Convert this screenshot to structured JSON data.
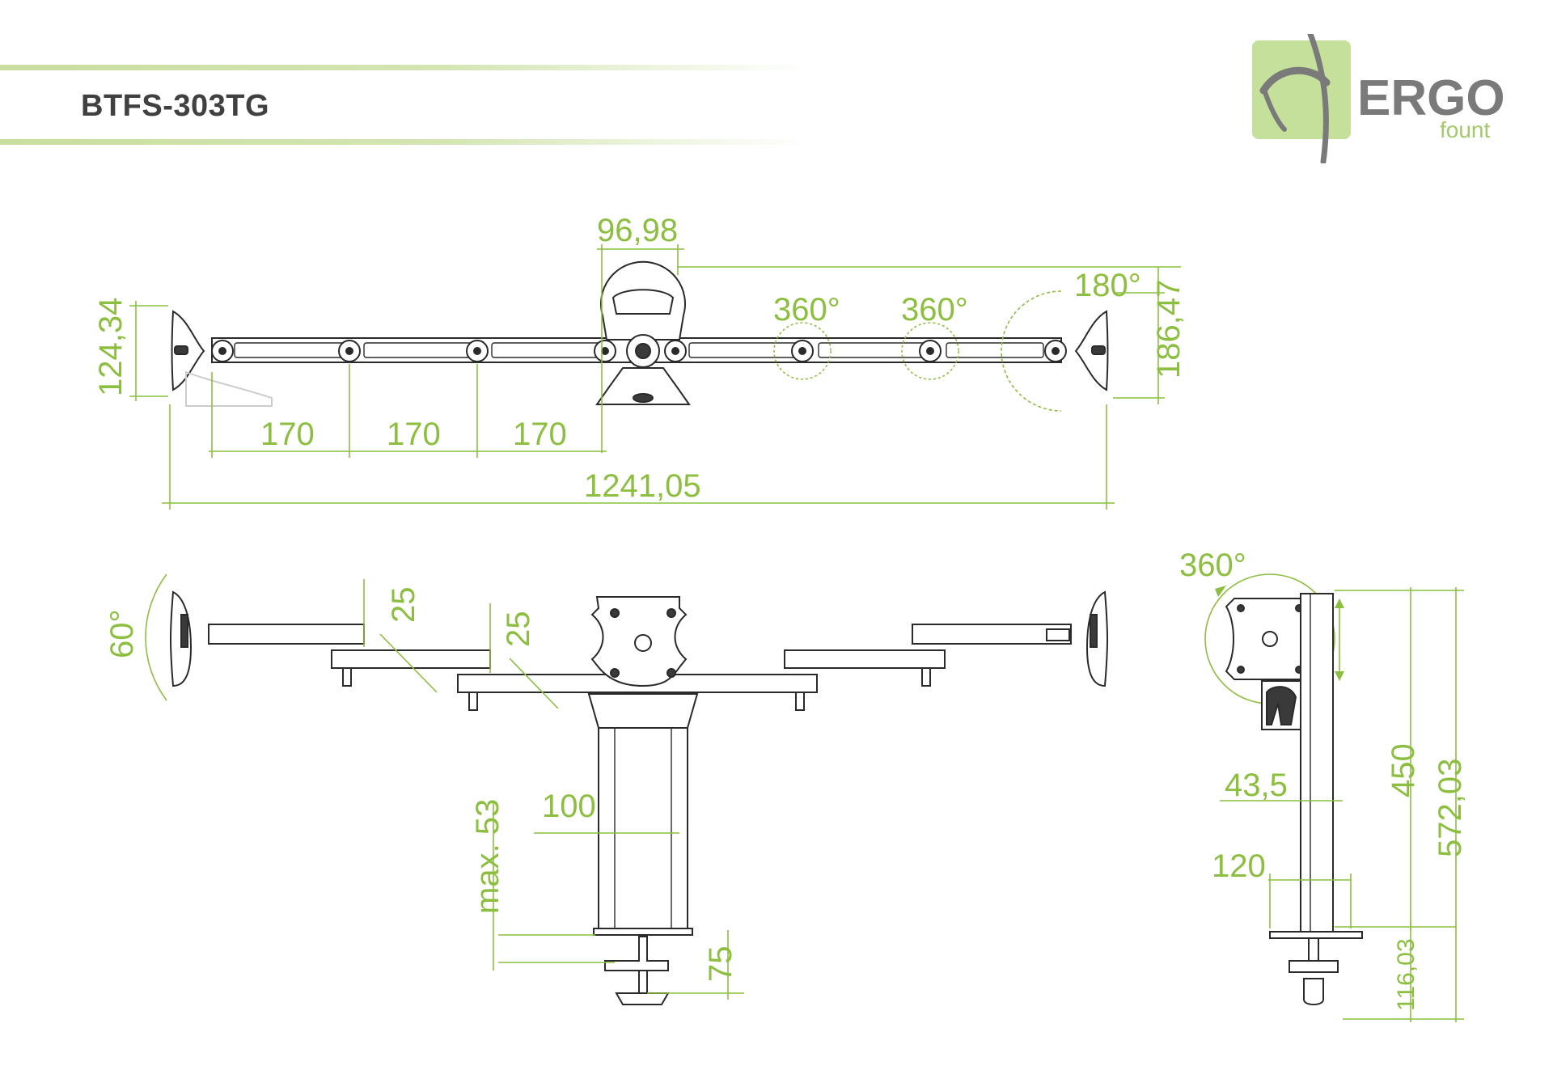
{
  "header": {
    "model": "BTFS-303TG"
  },
  "logo": {
    "brand": "ERGO",
    "sub": "fount",
    "colors": {
      "box": "#c5e09a",
      "text": "#7a7a7a",
      "sub": "#a3c96a"
    }
  },
  "colors": {
    "dimension": "#8cbf3f",
    "drawing": "#2a2a2a"
  },
  "top_view": {
    "dims": {
      "hub_width": "96,98",
      "left_height": "124,34",
      "right_height": "186,47",
      "tilt_right": "180°",
      "rot1": "360°",
      "rot2": "360°",
      "seg1": "170",
      "seg2": "170",
      "seg3": "170",
      "total_width": "1241,05"
    }
  },
  "front_view": {
    "dims": {
      "tilt": "60°",
      "step1": "25",
      "step2": "25",
      "pole": "100",
      "max": "max. 53",
      "clamp": "75"
    }
  },
  "side_view": {
    "dims": {
      "rotate": "360°",
      "offset": "43,5",
      "base": "120",
      "height_adjust": "450",
      "total_height": "572,03",
      "min_height": "116,03"
    }
  }
}
